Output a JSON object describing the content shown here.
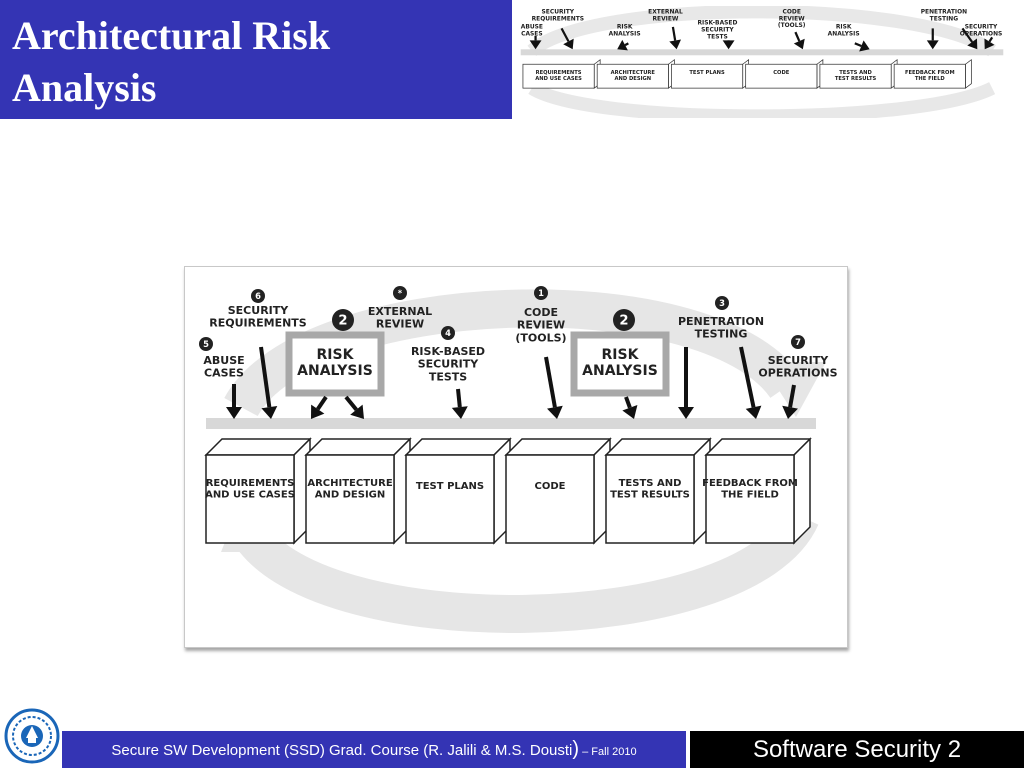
{
  "slide": {
    "title": "Architectural Risk\nAnalysis"
  },
  "diagram": {
    "phases": [
      "Requirements\nand Use Cases",
      "Architecture\nand Design",
      "Test Plans",
      "Code",
      "Tests and\nTest Results",
      "Feedback from\nthe Field"
    ],
    "labels": {
      "security_requirements": "Security\nRequirements",
      "abuse_cases": "Abuse\nCases",
      "risk_analysis": "Risk\nAnalysis",
      "external_review": "External\nReview",
      "risk_based_tests": "Risk-based\nSecurity\nTests",
      "code_review": "Code\nReview\n(tools)",
      "penetration_testing": "Penetration\nTesting",
      "security_operations": "Security\nOperations"
    },
    "badges": {
      "abuse_cases": "5",
      "security_requirements": "6",
      "risk_analysis": "2",
      "external_review": "*",
      "risk_based_tests": "4",
      "code_review": "1",
      "penetration_testing": "3",
      "security_operations": "7"
    }
  },
  "footer": {
    "course": "Secure SW Development (SSD) Grad. Course (R. Jalili & M.S. Dousti",
    "paren": ")",
    "term": " – Fall 2010",
    "slide_label": "Software Security 2"
  }
}
